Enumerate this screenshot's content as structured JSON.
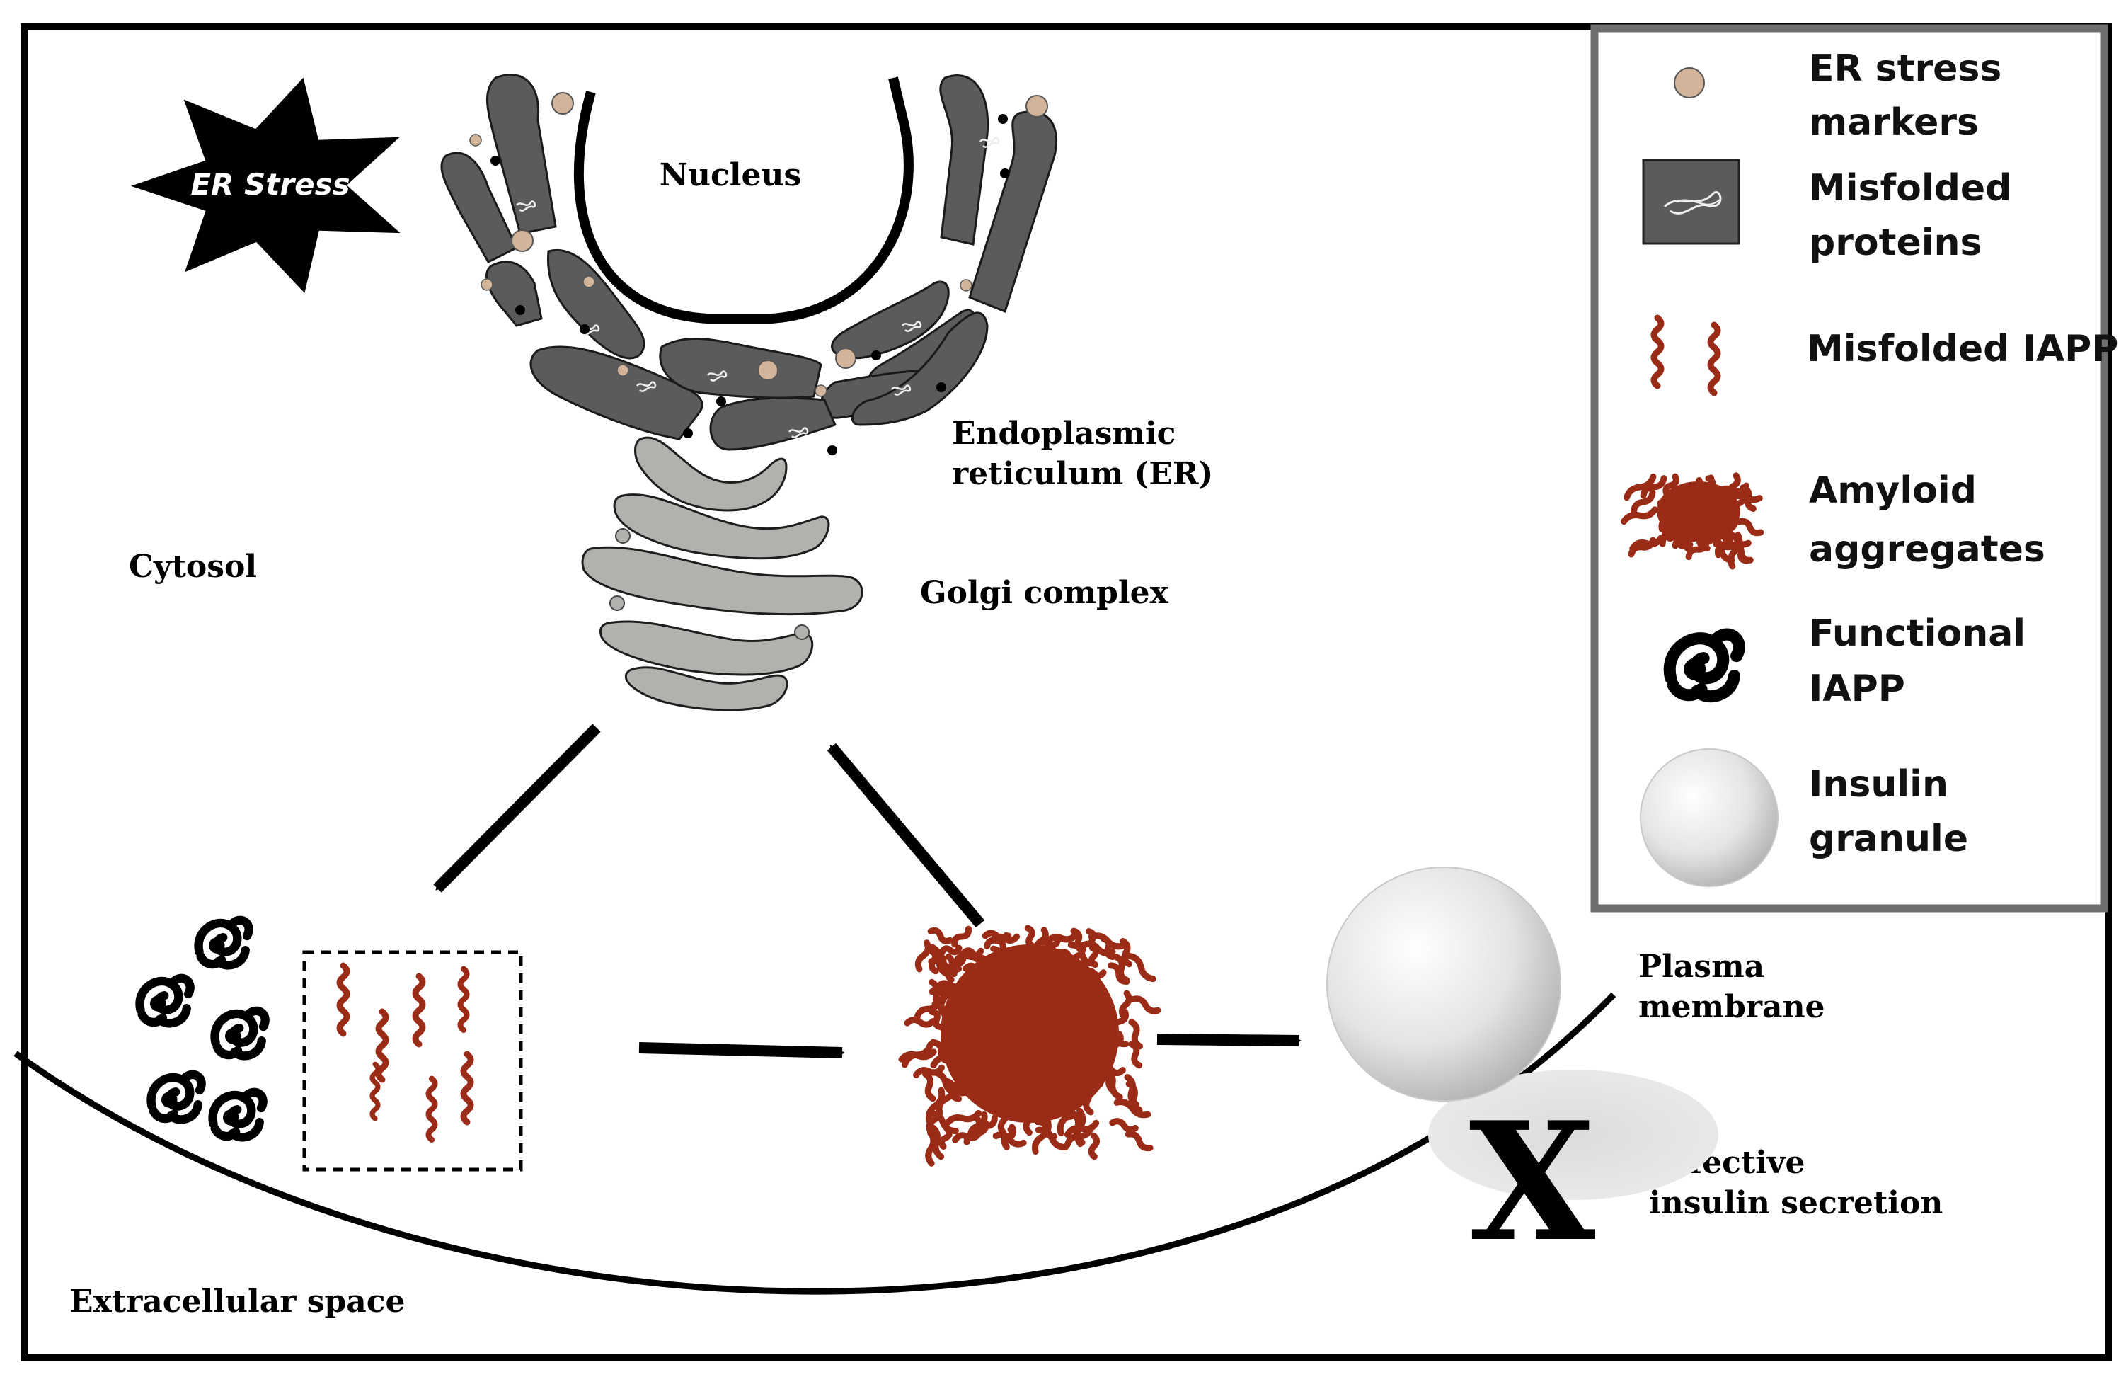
{
  "labels": {
    "er_stress": "ER Stress",
    "nucleus": "Nucleus",
    "er_line1": "Endoplasmic",
    "er_line2": "reticulum (ER)",
    "golgi": "Golgi complex",
    "cytosol": "Cytosol",
    "plasma_line1": "Plasma",
    "plasma_line2": "membrane",
    "defective_line1": "Defective",
    "defective_line2": "insulin secretion",
    "extracellular": "Extracellular space",
    "x_mark": "X"
  },
  "legend": {
    "items": [
      {
        "icon": "er-stress-marker-icon",
        "lines": [
          "ER stress",
          "markers"
        ]
      },
      {
        "icon": "misfolded-protein-icon",
        "lines": [
          "Misfolded",
          "proteins"
        ]
      },
      {
        "icon": "misfolded-iapp-icon",
        "lines": [
          "Misfolded IAPP"
        ]
      },
      {
        "icon": "amyloid-aggregate-icon",
        "lines": [
          "Amyloid",
          "aggregates"
        ]
      },
      {
        "icon": "functional-iapp-icon",
        "lines": [
          "Functional",
          "IAPP"
        ]
      },
      {
        "icon": "insulin-granule-icon",
        "lines": [
          "Insulin",
          "granule"
        ]
      }
    ]
  },
  "colors": {
    "er": "#5b5b5b",
    "golgi": "#b3b1ae",
    "marker": "#d2b49a",
    "iapp": "#9a2b16",
    "legend_border": "#6e6e6e"
  }
}
